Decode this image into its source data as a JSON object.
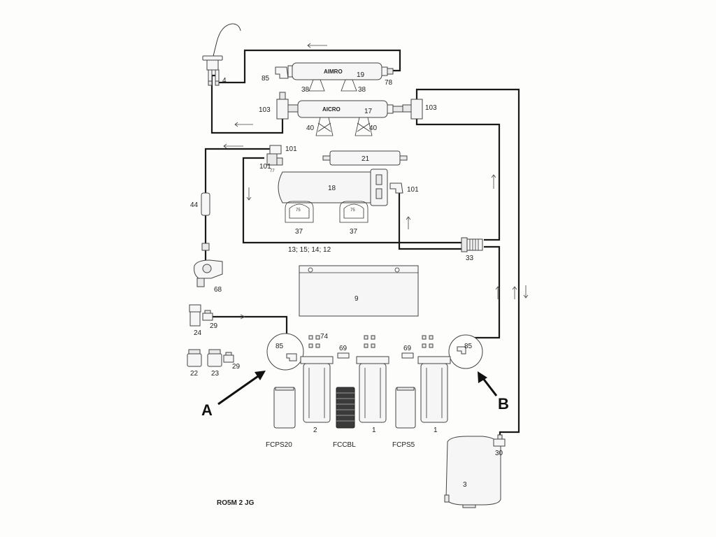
{
  "doc_code": "RO5M 2 JG",
  "callouts": {
    "a": "A",
    "b": "B"
  },
  "parts": {
    "faucet": "4",
    "elbow_top": "85",
    "aimro_label": "AIMRO",
    "aimro_num": "19",
    "elbow_78": "78",
    "clip_38a": "38",
    "clip_38b": "38",
    "tee_left": "103",
    "aicro_label": "AICRO",
    "aicro_num": "17",
    "tee_right": "103",
    "clip_40a": "40",
    "clip_40b": "40",
    "fit_101_top": "101",
    "fit_101_mid": "101",
    "flow_restrictor": "21",
    "membrane_housing": "18",
    "fit_101_right": "101",
    "tube_44": "44",
    "clip_37a": "37",
    "clip_37b": "37",
    "clip_75a": "75",
    "clip_75b": "75",
    "fit_77": "77",
    "membrane_parts": "13; 15; 14; 12",
    "check_33": "33",
    "valve_68": "68",
    "bracket_9": "9",
    "adapter_24": "24",
    "valve_29a": "29",
    "elbow_85_left": "85",
    "conn_74": "74",
    "conn_69a": "69",
    "conn_69b": "69",
    "elbow_85_right": "85",
    "cap_22": "22",
    "cap_23": "23",
    "valve_29b": "29",
    "housing_2": "2",
    "housing_1a": "1",
    "housing_1b": "1",
    "filter_fcps20": "FCPS20",
    "filter_fccbl": "FCCBL",
    "filter_fcps5": "FCPS5",
    "tank_3": "3",
    "tank_valve_30": "30"
  }
}
